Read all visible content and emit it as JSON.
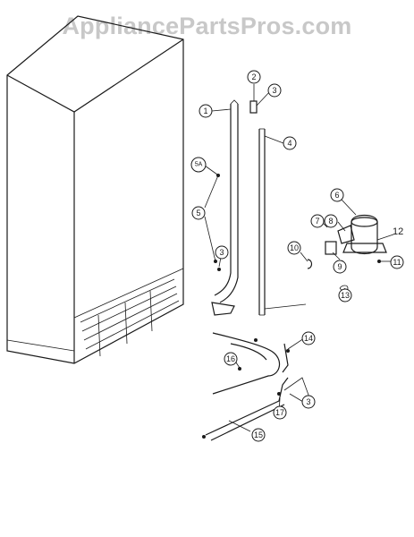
{
  "watermark": "AppliancePartsPros.com",
  "callouts": {
    "c1": "1",
    "c2": "2",
    "c3a": "3",
    "c3b": "3",
    "c3c": "3",
    "c4": "4",
    "c5a": "5A",
    "c5": "5",
    "c6": "6",
    "c7": "7",
    "c8": "8",
    "c9": "9",
    "c10": "10",
    "c11": "11",
    "c12": "12",
    "c13": "13",
    "c14": "14",
    "c15": "15",
    "c16": "16",
    "c17": "17"
  }
}
